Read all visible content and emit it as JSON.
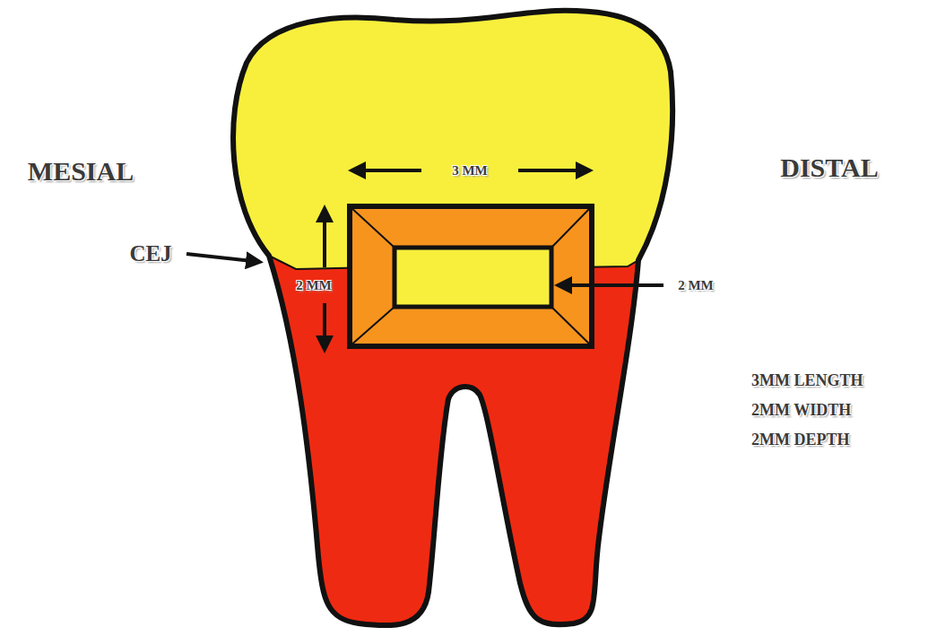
{
  "diagram": {
    "labels": [
      "MESIAL",
      "DISTAL",
      "CEJ",
      "3 MM",
      "2 MM",
      "2 MM",
      "3MM LENGTH",
      "2MM WIDTH",
      "2MM DEPTH"
    ]
  }
}
